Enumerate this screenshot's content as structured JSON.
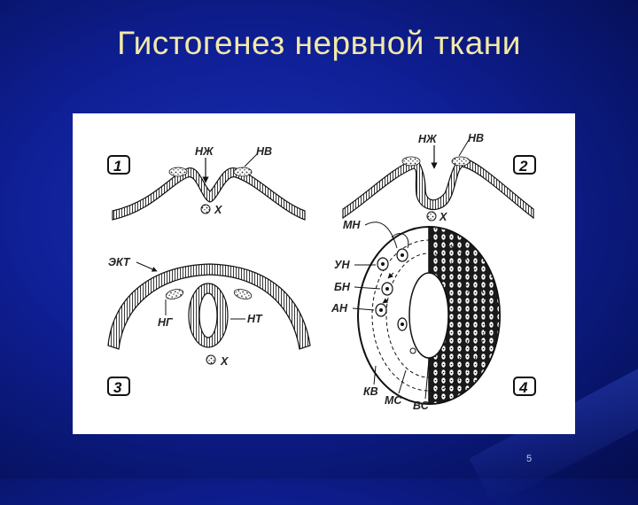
{
  "slide": {
    "title": "Гистогенез нервной ткани",
    "page_number": "5"
  },
  "figure": {
    "panel_numbers": [
      "1",
      "2",
      "3",
      "4"
    ],
    "labels": {
      "nzh": "НЖ",
      "nv": "НВ",
      "x": "X",
      "ekt": "ЭКТ",
      "ng": "НГ",
      "nt": "НТ",
      "mn": "МН",
      "un": "УН",
      "bn": "БН",
      "an": "АН",
      "kv": "КВ",
      "ms": "МС",
      "vs": "ВС"
    }
  }
}
